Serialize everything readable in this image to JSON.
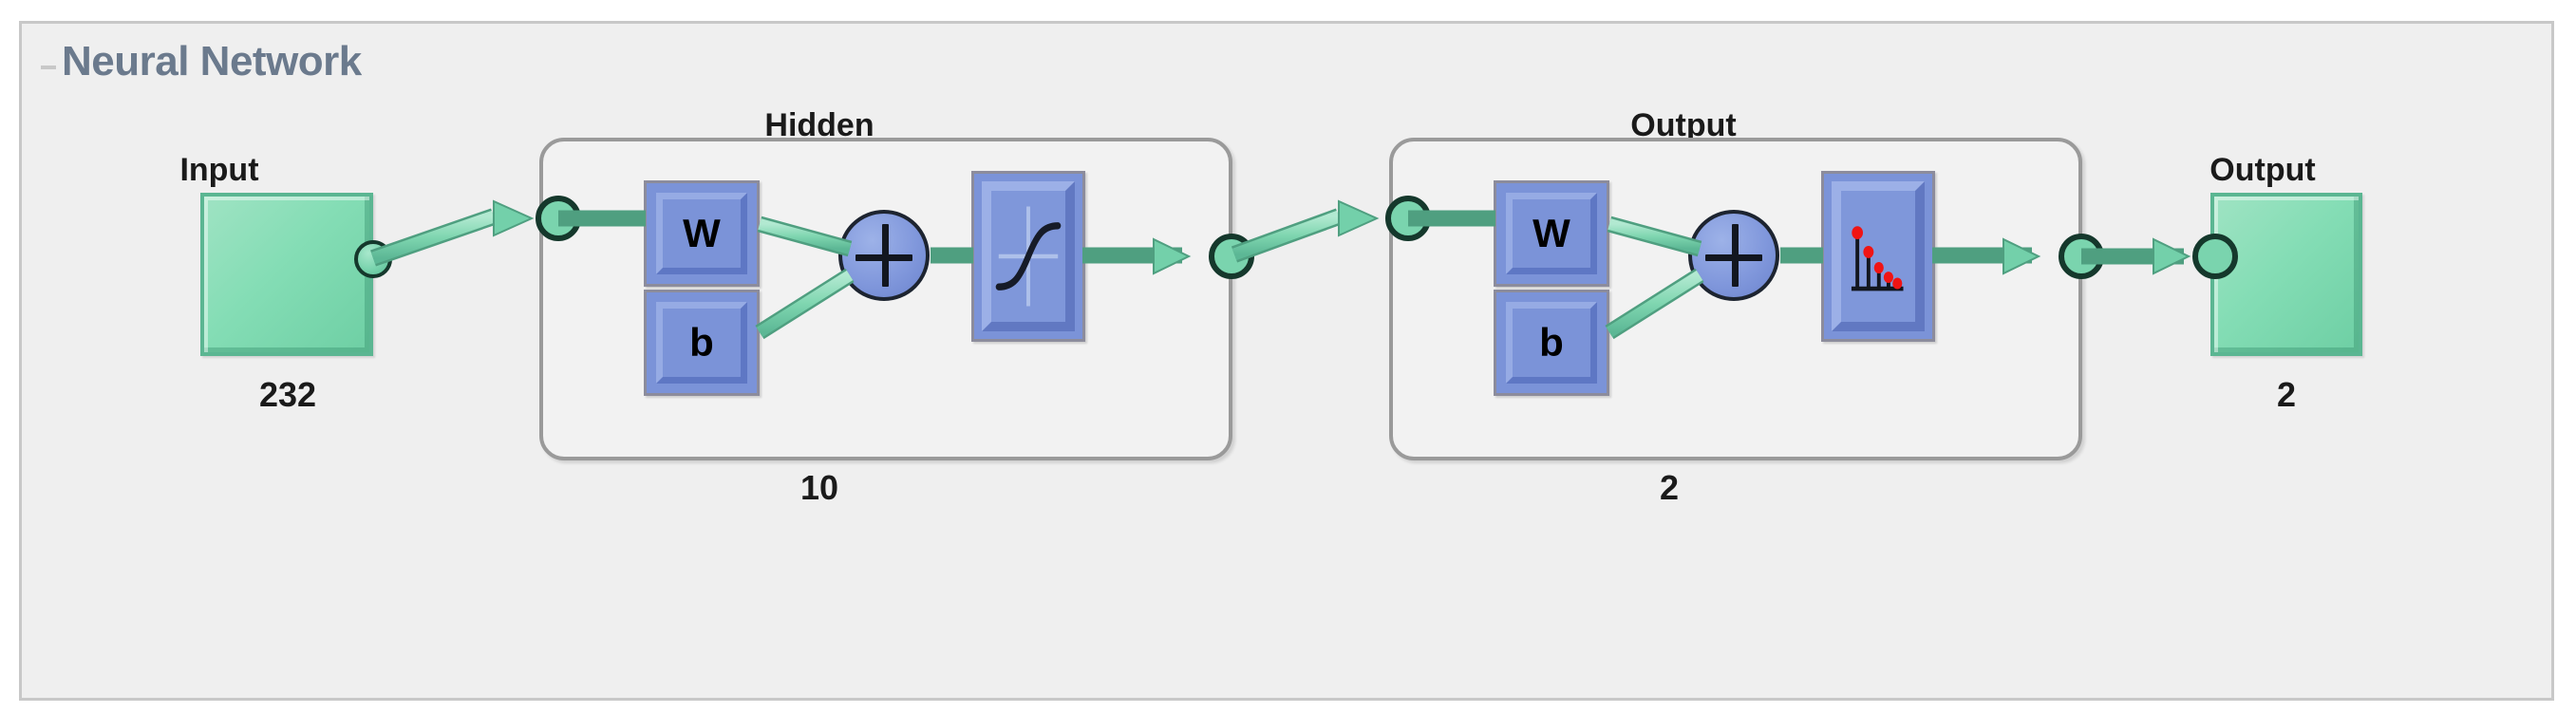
{
  "panel": {
    "title": "Neural Network",
    "background_color": "#efefef",
    "border_color": "#c8c8c8",
    "title_color": "#6b7a8d"
  },
  "diagram": {
    "type": "feedforward-neural-network",
    "accent_green": "#7fd6b0",
    "accent_blue": "#7b93d8",
    "input": {
      "label": "Input",
      "size": "232"
    },
    "hidden_layer": {
      "label": "Hidden",
      "size": "10",
      "weight_label": "W",
      "bias_label": "b",
      "sum_label": "+",
      "transfer_function": "tansig-sigmoid-icon"
    },
    "output_layer": {
      "label": "Output",
      "size": "2",
      "weight_label": "W",
      "bias_label": "b",
      "sum_label": "+",
      "transfer_function": "softmax-stem-plot-icon"
    },
    "output": {
      "label": "Output",
      "size": "2"
    }
  }
}
